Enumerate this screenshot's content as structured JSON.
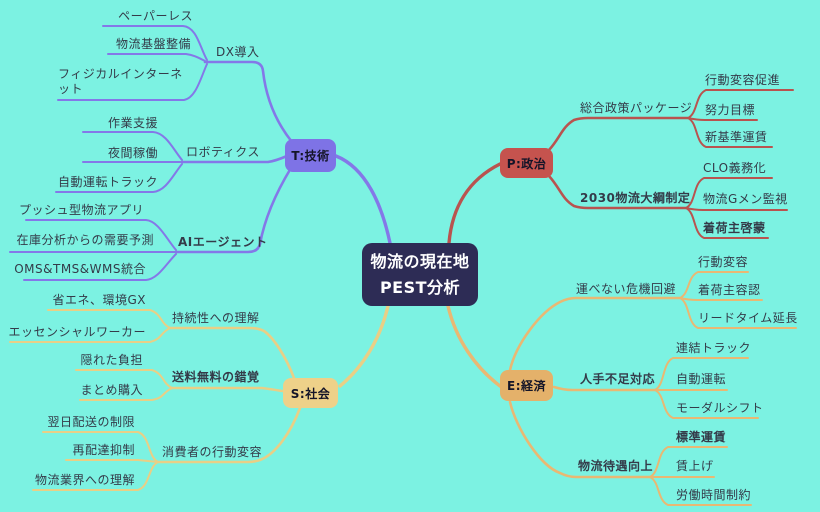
{
  "title": {
    "line1": "物流の現在地",
    "line2": "PEST分析"
  },
  "colors": {
    "background": "#7cf2e2",
    "central-bg": "#2d2c55",
    "central-text": "#ffffff",
    "label-text": "#343b49",
    "node-text": "#141428",
    "tech": "#8478e8",
    "tech-node": "#7e73e6",
    "politics": "#b9534f",
    "politics-node": "#c5534e",
    "society": "#e9cf86",
    "society-node": "#eed189",
    "economy": "#e9b873",
    "economy-node": "#e4b16a"
  },
  "branches": {
    "tech": {
      "label": "T:技術",
      "topics": {
        "dx": {
          "label": "DX導入",
          "children": [
            "ペーパーレス",
            "物流基盤整備",
            "フィジカルインターネット"
          ]
        },
        "robotics": {
          "label": "ロボティクス",
          "children": [
            "作業支援",
            "夜間稼働",
            "自動運転トラック"
          ]
        },
        "ai": {
          "label": "AIエージェント",
          "children": [
            "プッシュ型物流アプリ",
            "在庫分析からの需要予測",
            "OMS&TMS&WMS統合"
          ]
        }
      }
    },
    "politics": {
      "label": "P:政治",
      "topics": {
        "package": {
          "label": "総合政策パッケージ",
          "children": [
            "行動変容促進",
            "努力目標",
            "新基準運賃"
          ]
        },
        "taiko": {
          "label": "2030物流大綱制定",
          "children": [
            "CLO義務化",
            "物流Gメン監視",
            "着荷主啓蒙"
          ]
        }
      }
    },
    "society": {
      "label": "S:社会",
      "topics": {
        "sustain": {
          "label": "持続性への理解",
          "children": [
            "省エネ、環境GX",
            "エッセンシャルワーカー"
          ]
        },
        "freeship": {
          "label": "送料無料の錯覚",
          "children": [
            "隠れた負担",
            "まとめ購入"
          ]
        },
        "consumer": {
          "label": "消費者の行動変容",
          "children": [
            "翌日配送の制限",
            "再配達抑制",
            "物流業界への理解"
          ]
        }
      }
    },
    "economy": {
      "label": "E:経済",
      "topics": {
        "crisis": {
          "label": "運べない危機回避",
          "children": [
            "行動変容",
            "着荷主容認",
            "リードタイム延長"
          ]
        },
        "labor": {
          "label": "人手不足対応",
          "children": [
            "連結トラック",
            "自動運転",
            "モーダルシフト"
          ]
        },
        "treatment": {
          "label": "物流待遇向上",
          "children": [
            "標準運賃",
            "賃上げ",
            "労働時間制約"
          ]
        }
      }
    }
  }
}
